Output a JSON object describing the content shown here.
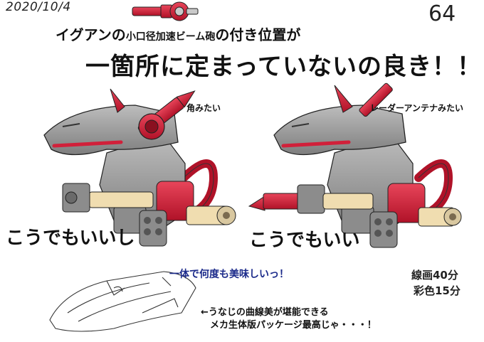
{
  "header": {
    "date": "2020/10/4",
    "page_number": "64",
    "title_line1_prefix": "イグアンの",
    "title_line1_small": "小口径加速ビーム砲",
    "title_line1_suffix": "の付き位置が",
    "title_line2": "一箇所に定まっていないの良き！！"
  },
  "captions": {
    "left_label": "角みたい",
    "right_label": "レーダーアンテナみたい",
    "left_big": "こうでもいいし",
    "right_big": "こうでもいい"
  },
  "bottom": {
    "blue_line": "一体で何度も美味しいっ！",
    "note_line1": "←うなじの曲線美が堪能できる",
    "note_line2": "メカ生体版パッケージ最高じゃ・・・！",
    "time_line1": "線画40分",
    "time_line2": "彩色15分"
  },
  "colors": {
    "accent_red": "#d1203a",
    "body_gray": "#9a9a9a",
    "cream": "#f0ddb0",
    "blue_text": "#1b2a8a"
  }
}
